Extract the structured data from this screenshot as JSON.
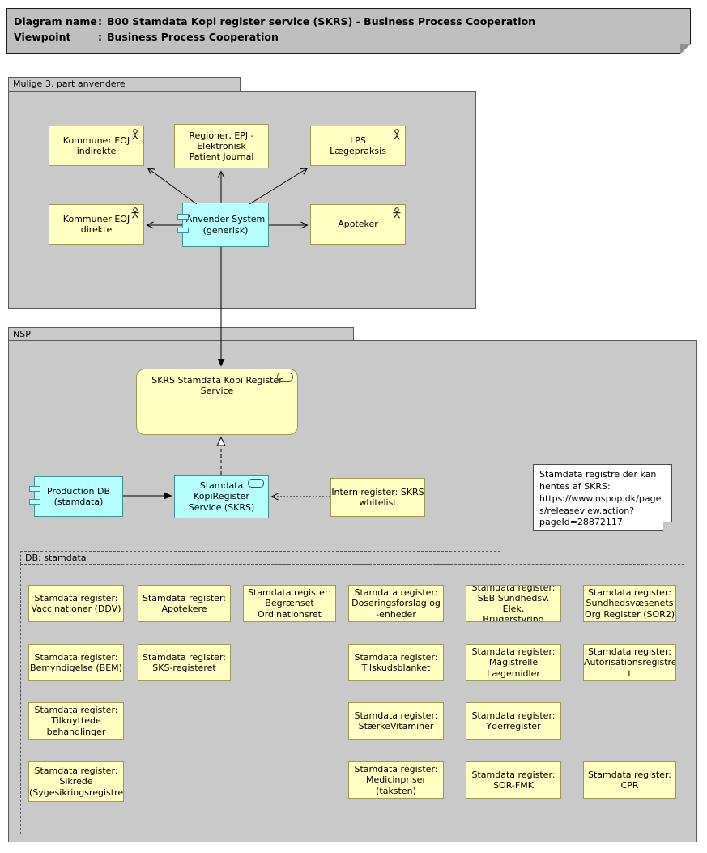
{
  "title_block": {
    "rows": [
      {
        "label": "Diagram name",
        "colon": ":",
        "value": "B00 Stamdata Kopi register service (SKRS) - Business Process Cooperation"
      },
      {
        "label": "Viewpoint",
        "colon": ":",
        "value": "Business Process Cooperation"
      }
    ]
  },
  "third_party_group": {
    "label": "Mulige 3. part anvendere",
    "actors": [
      {
        "label": "Kommuner EOJ\nindirekte"
      },
      {
        "label": "Regioner, EPJ -\nElektronisk\nPatient Journal"
      },
      {
        "label": "LPS\nLægepraksis"
      },
      {
        "label": "Kommuner EOJ\ndirekte"
      },
      {
        "label": "Apoteker"
      }
    ],
    "system_label": "Anvender System\n(generisk)"
  },
  "nsp_group": {
    "label": "NSP",
    "skrs_service_label": "SKRS Stamdata Kopi Register\nService",
    "production_db_label": "Production DB\n(stamdata)",
    "kopi_service_label": "Stamdata\nKopiRegister\nService (SKRS)",
    "intern_register_label": "Intern register: SKRS\nwhitelist",
    "note_text": "Stamdata registre der kan hentes af SKRS: https://www.nspop.dk/pages/releaseview.action?pageId=28872117",
    "db_group": {
      "label": "DB: stamdata",
      "registers": [
        {
          "label": "Stamdata register:\nVaccinationer (DDV)"
        },
        {
          "label": "Stamdata register:\nApotekere"
        },
        {
          "label": "Stamdata register:\nBegrænset\nOrdinationsret"
        },
        {
          "label": "Stamdata register:\nDoseringsforslag og\n-enheder"
        },
        {
          "label": "Stamdata register:\nSEB Sundhedsv. Elek.\nBrugerstyring"
        },
        {
          "label": "Stamdata register:\nSundhedsvæsenets\nOrg Register (SOR2)"
        },
        {
          "label": "Stamdata register:\nBemyndigelse (BEM)"
        },
        {
          "label": "Stamdata register:\nSKS-registeret"
        },
        {
          "label": "Stamdata register:\nTilskudsblanket"
        },
        {
          "label": "Stamdata register:\nMagistrelle\nLægemidler"
        },
        {
          "label": "Stamdata register:\nAutorisationsregistre\nt"
        },
        {
          "label": "Stamdata register:\nTilknyttede\nbehandlinger"
        },
        {
          "label": "Stamdata register:\nStærkeVitaminer"
        },
        {
          "label": "Stamdata register:\nYderregister"
        },
        {
          "label": "Stamdata register:\nSikrede\n(Sygesikringsregistre"
        },
        {
          "label": "Stamdata register:\nMedicinpriser\n(taksten)"
        },
        {
          "label": "Stamdata register:\nSOR-FMK"
        },
        {
          "label": "Stamdata register:\nCPR"
        }
      ]
    }
  },
  "colors": {
    "business_yellow": "#FFFFC2",
    "application_cyan": "#B5FFFF",
    "group_gray": "#C9C9C9",
    "title_gray": "#BFBFBF",
    "note_white": "#FFFFFF"
  }
}
